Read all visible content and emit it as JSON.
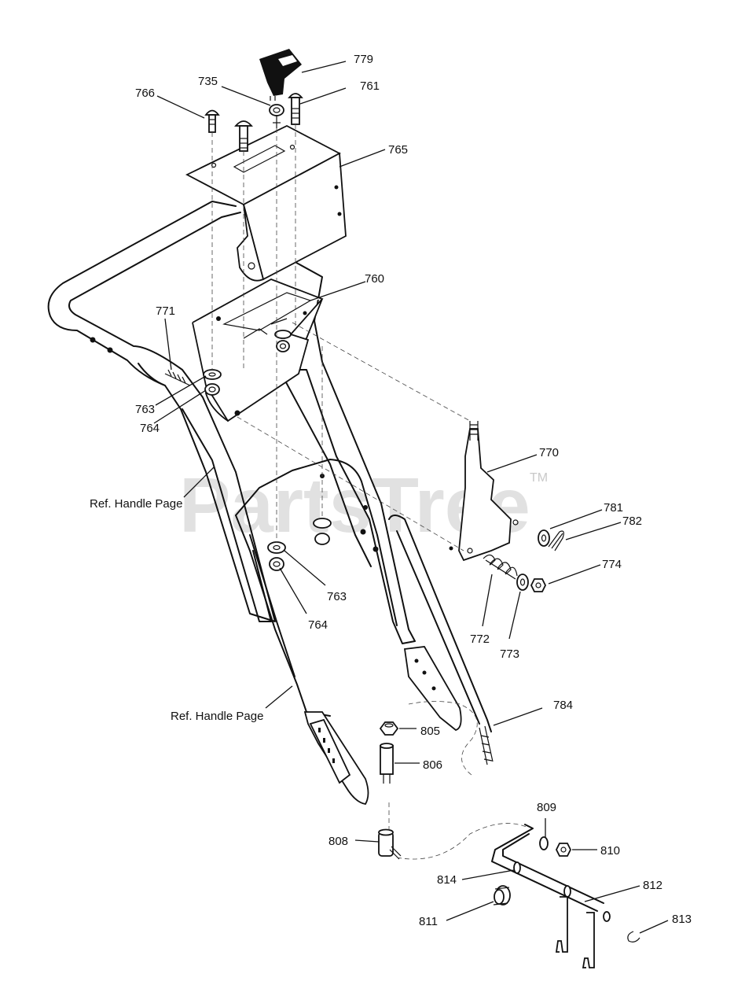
{
  "watermark": {
    "text": "PartsTree",
    "tm": "TM"
  },
  "labels": {
    "p779": "779",
    "p735": "735",
    "p761": "761",
    "p766": "766",
    "p765": "765",
    "p760": "760",
    "p771": "771",
    "p763a": "763",
    "p764a": "764",
    "p770": "770",
    "ref_handle_1": "Ref. Handle Page",
    "p781": "781",
    "p782": "782",
    "p774": "774",
    "p763b": "763",
    "p764b": "764",
    "p772": "772",
    "p773": "773",
    "p784": "784",
    "ref_handle_2": "Ref. Handle Page",
    "p805": "805",
    "p806": "806",
    "p809": "809",
    "p808": "808",
    "p810": "810",
    "p814": "814",
    "p812": "812",
    "p811": "811",
    "p813": "813"
  }
}
